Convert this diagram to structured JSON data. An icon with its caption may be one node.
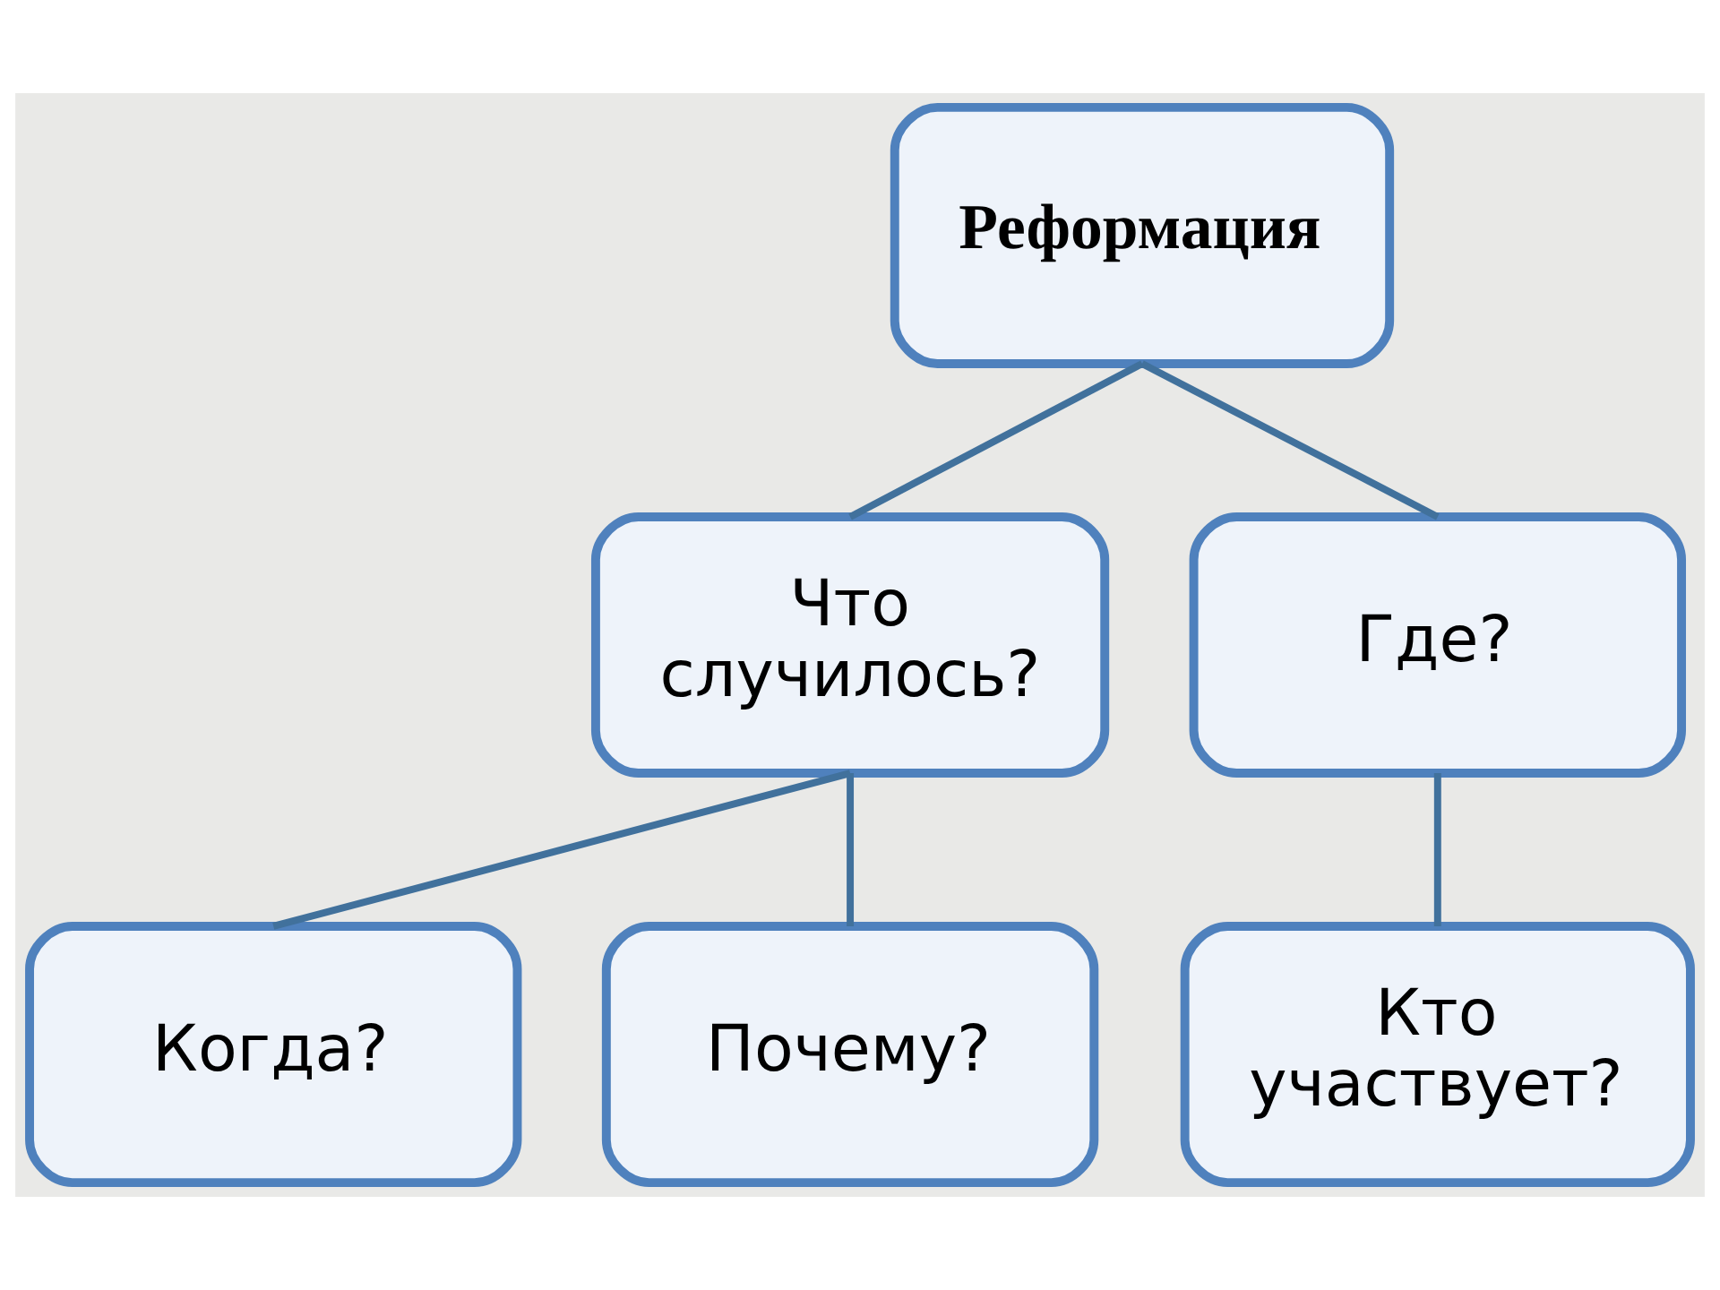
{
  "diagram": {
    "nodes": [
      {
        "text": [
          "Реформация"
        ]
      },
      {
        "text": [
          "Что случилось?"
        ]
      },
      {
        "text": [
          "Где?"
        ]
      },
      {
        "text": [
          "Когда?"
        ]
      },
      {
        "text": [
          "Почему?"
        ]
      },
      {
        "text": [
          "Кто участвует?"
        ]
      }
    ],
    "edges": [
      {
        "from": 0,
        "to": 1,
        "arrow": "none"
      },
      {
        "from": 0,
        "to": 2,
        "arrow": "none"
      },
      {
        "from": 1,
        "to": 3,
        "arrow": "none"
      },
      {
        "from": 1,
        "to": 4,
        "arrow": "none"
      },
      {
        "from": 2,
        "to": 5,
        "arrow": "none"
      }
    ]
  }
}
